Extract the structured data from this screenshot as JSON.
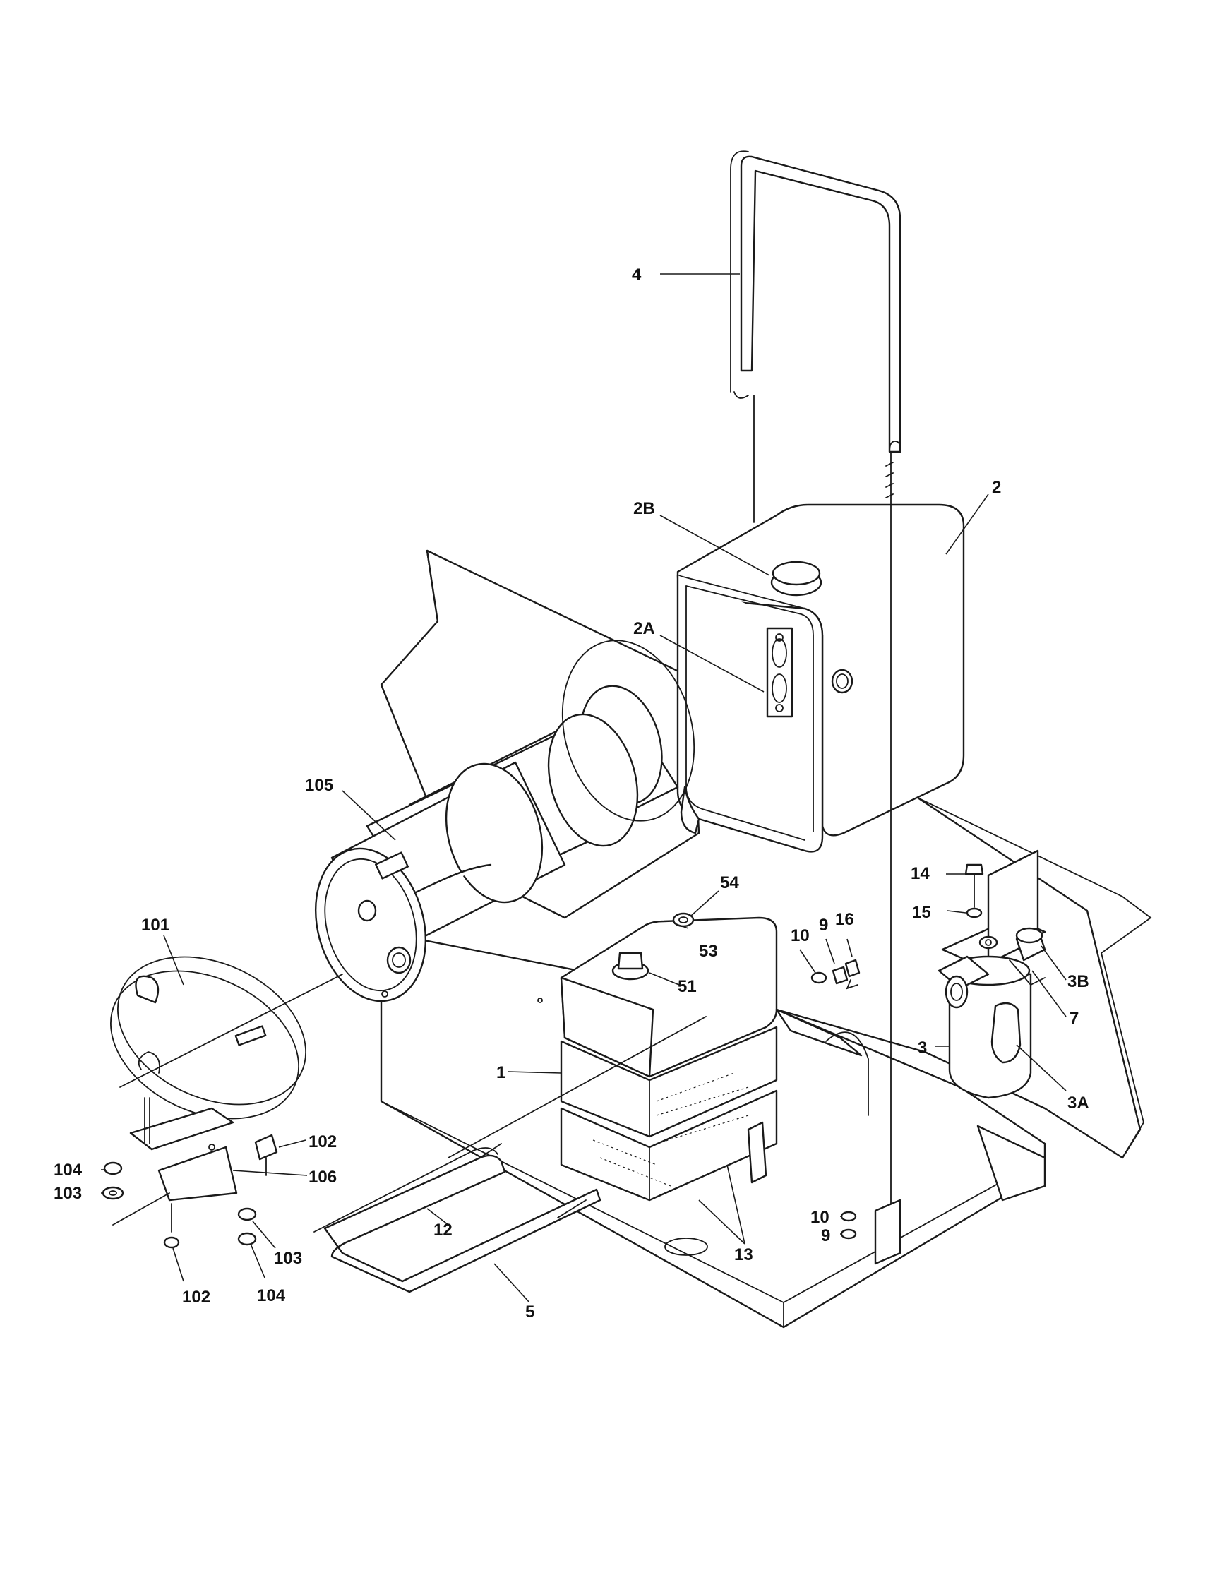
{
  "diagram": {
    "callouts": {
      "c_4": "4",
      "c_2": "2",
      "c_2B": "2B",
      "c_2A": "2A",
      "c_105": "105",
      "c_101": "101",
      "c_54": "54",
      "c_53": "53",
      "c_51": "51",
      "c_10a": "10",
      "c_9a": "9",
      "c_16": "16",
      "c_14": "14",
      "c_15": "15",
      "c_3B": "3B",
      "c_7": "7",
      "c_3": "3",
      "c_3A": "3A",
      "c_1": "1",
      "c_102a": "102",
      "c_104a": "104",
      "c_106": "106",
      "c_103a": "103",
      "c_12": "12",
      "c_13": "13",
      "c_10b": "10",
      "c_9b": "9",
      "c_103b": "103",
      "c_102b": "102",
      "c_104b": "104",
      "c_5": "5"
    }
  }
}
